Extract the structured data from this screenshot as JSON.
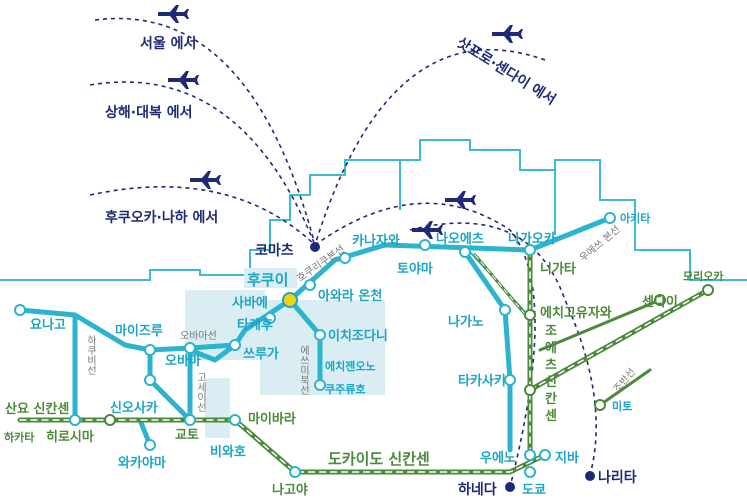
{
  "colors": {
    "region_outline": "#3cbad6",
    "region_fill": "#d9edf3",
    "jr_line": "#2bb3cf",
    "shinkansen": "#4a8a3a",
    "flight": "#1e2a78",
    "label_cyan": "#1aa6c4",
    "label_green": "#4a8a3a",
    "label_navy": "#1e2a78",
    "hub": "#f5d10a"
  },
  "flights": {
    "seoul": "서울 에서",
    "shanghai_dalian": "상해·대복 에서",
    "fukuoka_naha": "후쿠오카·나하 에서",
    "sapporo_sendai": "삿포로·센다이 에서"
  },
  "airports": {
    "komatsu": "코마츠",
    "haneda": "하네다",
    "narita": "나리타"
  },
  "stations": {
    "fukui": "후쿠이",
    "sabae": "사바에",
    "takefu": "타케후",
    "tsuruga": "쓰루가",
    "obama": "오바마",
    "maizuru": "마이즈루",
    "yonago": "요나고",
    "awara_onsen": "아와라 온천",
    "ichijodani": "이치조다니",
    "echizen_ono": "에치젠오노",
    "kuzuryu": "쿠주류호",
    "kanazawa": "카나자와",
    "toyama": "토야마",
    "naoetsu": "나오에츠",
    "nagaoka": "나가오카",
    "niigata": "니가타",
    "akita": "아키타",
    "morioka": "모리오카",
    "sendai": "센다이",
    "mito": "미토",
    "nagano": "나가노",
    "takasaki": "타카사키",
    "echigo_yuzawa": "에치고유자와",
    "ueno": "우에노",
    "tokyo": "도쿄",
    "chiba": "지바",
    "maibara": "마이바라",
    "kyoto": "교토",
    "shin_osaka": "신오사카",
    "biwako": "비와호",
    "nagoya": "나고야",
    "sanyo_shinkansen": "산요 신칸센",
    "hakata": "하카타",
    "hiroshima": "히로시마",
    "wakayama": "와카야마",
    "tokaido_shinkansen": "도카이도 신칸센",
    "joetsu_v1": "조",
    "joetsu_v2": "에",
    "joetsu_v3": "츠",
    "joetsu_v4": "신",
    "joetsu_v5": "칸",
    "joetsu_v6": "센"
  },
  "line_names": {
    "obama_line": "오바마선",
    "hakubi_line": "하쿠비선",
    "kosei_line": "고세이선",
    "hokuriku_main_line": "호쿠리쿠본선",
    "etsumi_north_line": "에쓰미북선",
    "uetsu_main_line": "우에쓰 본선",
    "joban_line": "조반선"
  }
}
